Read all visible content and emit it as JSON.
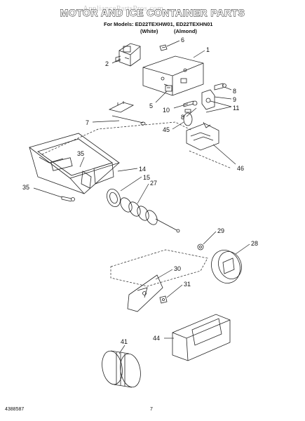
{
  "header": {
    "title": "MOTOR AND ICE CONTAINER PARTS",
    "watermark": "AppliancePartsPros.com",
    "models_prefix": "For Models:",
    "model_1": "ED22TEXHW01, ED22TEXHN01",
    "model_1_color": "(White)",
    "model_2_color": "(Almond)"
  },
  "callouts": {
    "c1": "1",
    "c2": "2",
    "c5": "5",
    "c6": "6",
    "c7": "7",
    "c8a": "8",
    "c8b": "8",
    "c9": "9",
    "c10": "10",
    "c11": "11",
    "c14": "14",
    "c15": "15",
    "c27": "27",
    "c28": "28",
    "c29": "29",
    "c30": "30",
    "c31": "31",
    "c35a": "35",
    "c35b": "35",
    "c41": "41",
    "c44": "44",
    "c45": "45",
    "c46": "46"
  },
  "footer": {
    "doc_number": "4388587",
    "page": "7"
  }
}
